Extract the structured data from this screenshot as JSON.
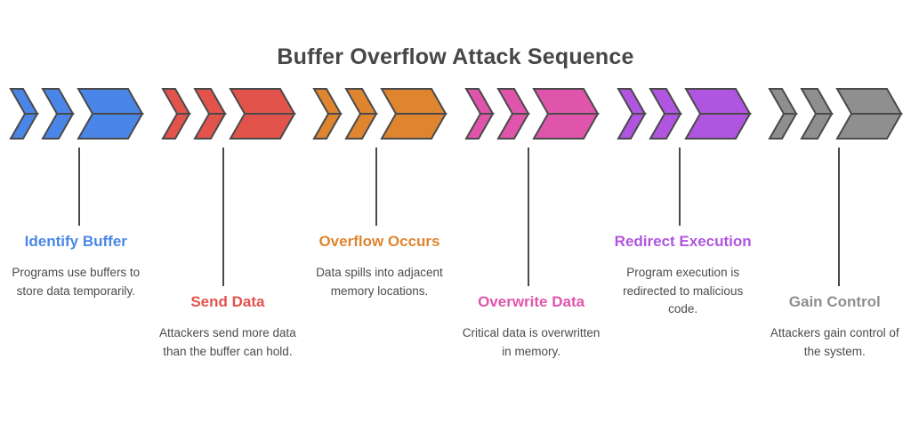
{
  "title": "Buffer Overflow Attack Sequence",
  "background": "#ffffff",
  "title_color": "#474747",
  "chevron_stroke": "#4a4a4a",
  "connector_color": "#4a4a4a",
  "description_color": "#4b4b4b",
  "steps": [
    {
      "index": 1,
      "title": "Identify Buffer",
      "description": "Programs use buffers to store data temporarily.",
      "color": "#4a86e8",
      "position": "low",
      "icon": "triple-chevron-right-icon"
    },
    {
      "index": 2,
      "title": "Send Data",
      "description": "Attackers send more data than the buffer can hold.",
      "color": "#e2534c",
      "position": "high",
      "icon": "triple-chevron-right-icon"
    },
    {
      "index": 3,
      "title": "Overflow Occurs",
      "description": "Data spills into adjacent memory locations.",
      "color": "#df8530",
      "position": "low",
      "icon": "triple-chevron-right-icon"
    },
    {
      "index": 4,
      "title": "Overwrite Data",
      "description": "Critical data is overwritten in memory.",
      "color": "#e055ac",
      "position": "high",
      "icon": "triple-chevron-right-icon"
    },
    {
      "index": 5,
      "title": "Redirect Execution",
      "description": "Program execution is redirected to malicious code.",
      "color": "#b055e0",
      "position": "low",
      "icon": "triple-chevron-right-icon"
    },
    {
      "index": 6,
      "title": "Gain Control",
      "description": "Attackers gain control of the system.",
      "color": "#8f8f8f",
      "position": "high",
      "icon": "triple-chevron-right-icon"
    }
  ]
}
